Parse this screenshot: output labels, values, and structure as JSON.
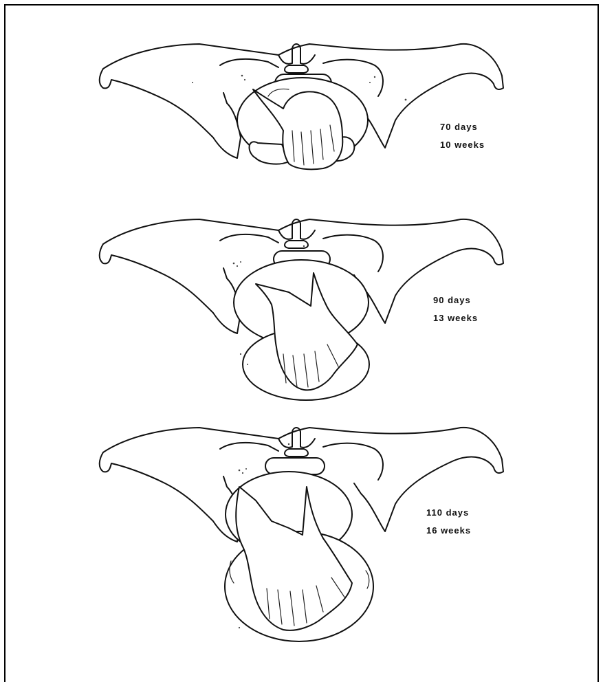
{
  "stages": [
    {
      "days": "70 days",
      "weeks": "10 weeks"
    },
    {
      "days": "90 days",
      "weeks": "13 weeks"
    },
    {
      "days": "110 days",
      "weeks": "16 weeks"
    }
  ]
}
